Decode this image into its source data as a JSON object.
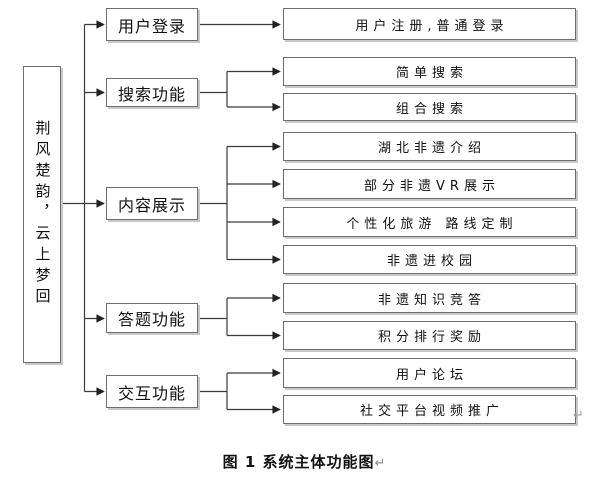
{
  "colors": {
    "box_border": "#6e6e6e",
    "connector_line": "#3b3b3b",
    "box_shadow": "#c9c9c9",
    "text": "#111111",
    "return_mark": "#8a8a8a"
  },
  "diagram": {
    "root": {
      "label": "荆风楚韵，云上梦回"
    },
    "branches": [
      {
        "label": "用户登录",
        "children": [
          "用户注册,普通登录"
        ]
      },
      {
        "label": "搜索功能",
        "children": [
          "简单搜索",
          "组合搜索"
        ]
      },
      {
        "label": "内容展示",
        "children": [
          "湖北非遗介绍",
          "部分非遗VR展示",
          "个性化旅游 路线定制",
          "非遗进校园"
        ]
      },
      {
        "label": "答题功能",
        "children": [
          "非遗知识竞答",
          "积分排行奖励"
        ]
      },
      {
        "label": "交互功能",
        "children": [
          "用户论坛",
          "社交平台视频推广"
        ]
      }
    ]
  },
  "caption": {
    "text": "图 1 系统主体功能图",
    "return_mark": "↵"
  },
  "page": {
    "trailing_return_mark": "↵"
  }
}
